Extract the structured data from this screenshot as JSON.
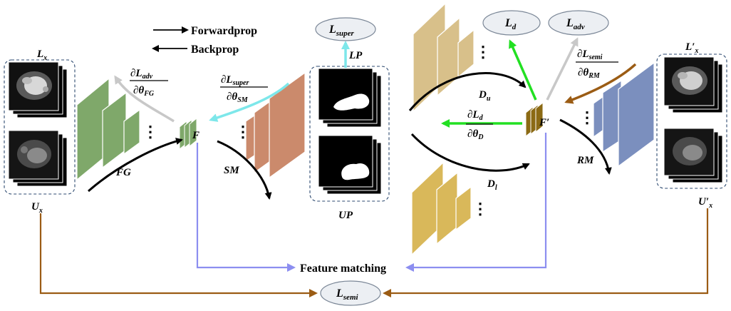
{
  "legend": {
    "forward": "Forwardprop",
    "backward": "Backprop"
  },
  "losses": {
    "super": {
      "main": "L",
      "sub": "super"
    },
    "d": {
      "main": "L",
      "sub": "d"
    },
    "adv": {
      "main": "L",
      "sub": "adv"
    },
    "semi": {
      "main": "L",
      "sub": "semi"
    }
  },
  "gradients": {
    "adv": {
      "num_main": "∂L",
      "num_sub": "adv",
      "den_main": "∂θ",
      "den_sub": "FG"
    },
    "super": {
      "num_main": "∂L",
      "num_sub": "super",
      "den_main": "∂θ",
      "den_sub": "SM"
    },
    "semi": {
      "num_main": "∂L",
      "num_sub": "semi",
      "den_main": "∂θ",
      "den_sub": "RM"
    },
    "d": {
      "num_main": "∂L",
      "num_sub": "d",
      "den_main": "∂θ",
      "den_sub": "D"
    }
  },
  "modules": {
    "fg": "FG",
    "sm": "SM",
    "lp": "LP",
    "up": "UP",
    "rm": "RM",
    "f": "F",
    "f_prime": "F′",
    "du_main": "D",
    "du_sub": "u",
    "dl_main": "D",
    "dl_sub": "l"
  },
  "inputs": {
    "lx_main": "L",
    "lx_sub": "x",
    "ux_main": "U",
    "ux_sub": "x",
    "lx_prime_main": "L′",
    "lx_prime_sub": "x",
    "ux_prime_main": "U′",
    "ux_prime_sub": "x"
  },
  "feature_matching": "Feature matching",
  "ellipsis": "⋮",
  "colors": {
    "green": "#7fa86a",
    "salmon": "#cb8a6c",
    "tan": "#d8c08a",
    "yellow": "#d9b85a",
    "blue": "#7b8fbe",
    "olive": "#8b6a14",
    "cyan": "#7de7ea",
    "bright_green": "#22e022",
    "gray": "#c8c8c8",
    "brown": "#9b5c14",
    "violet": "#8c8ef0"
  }
}
